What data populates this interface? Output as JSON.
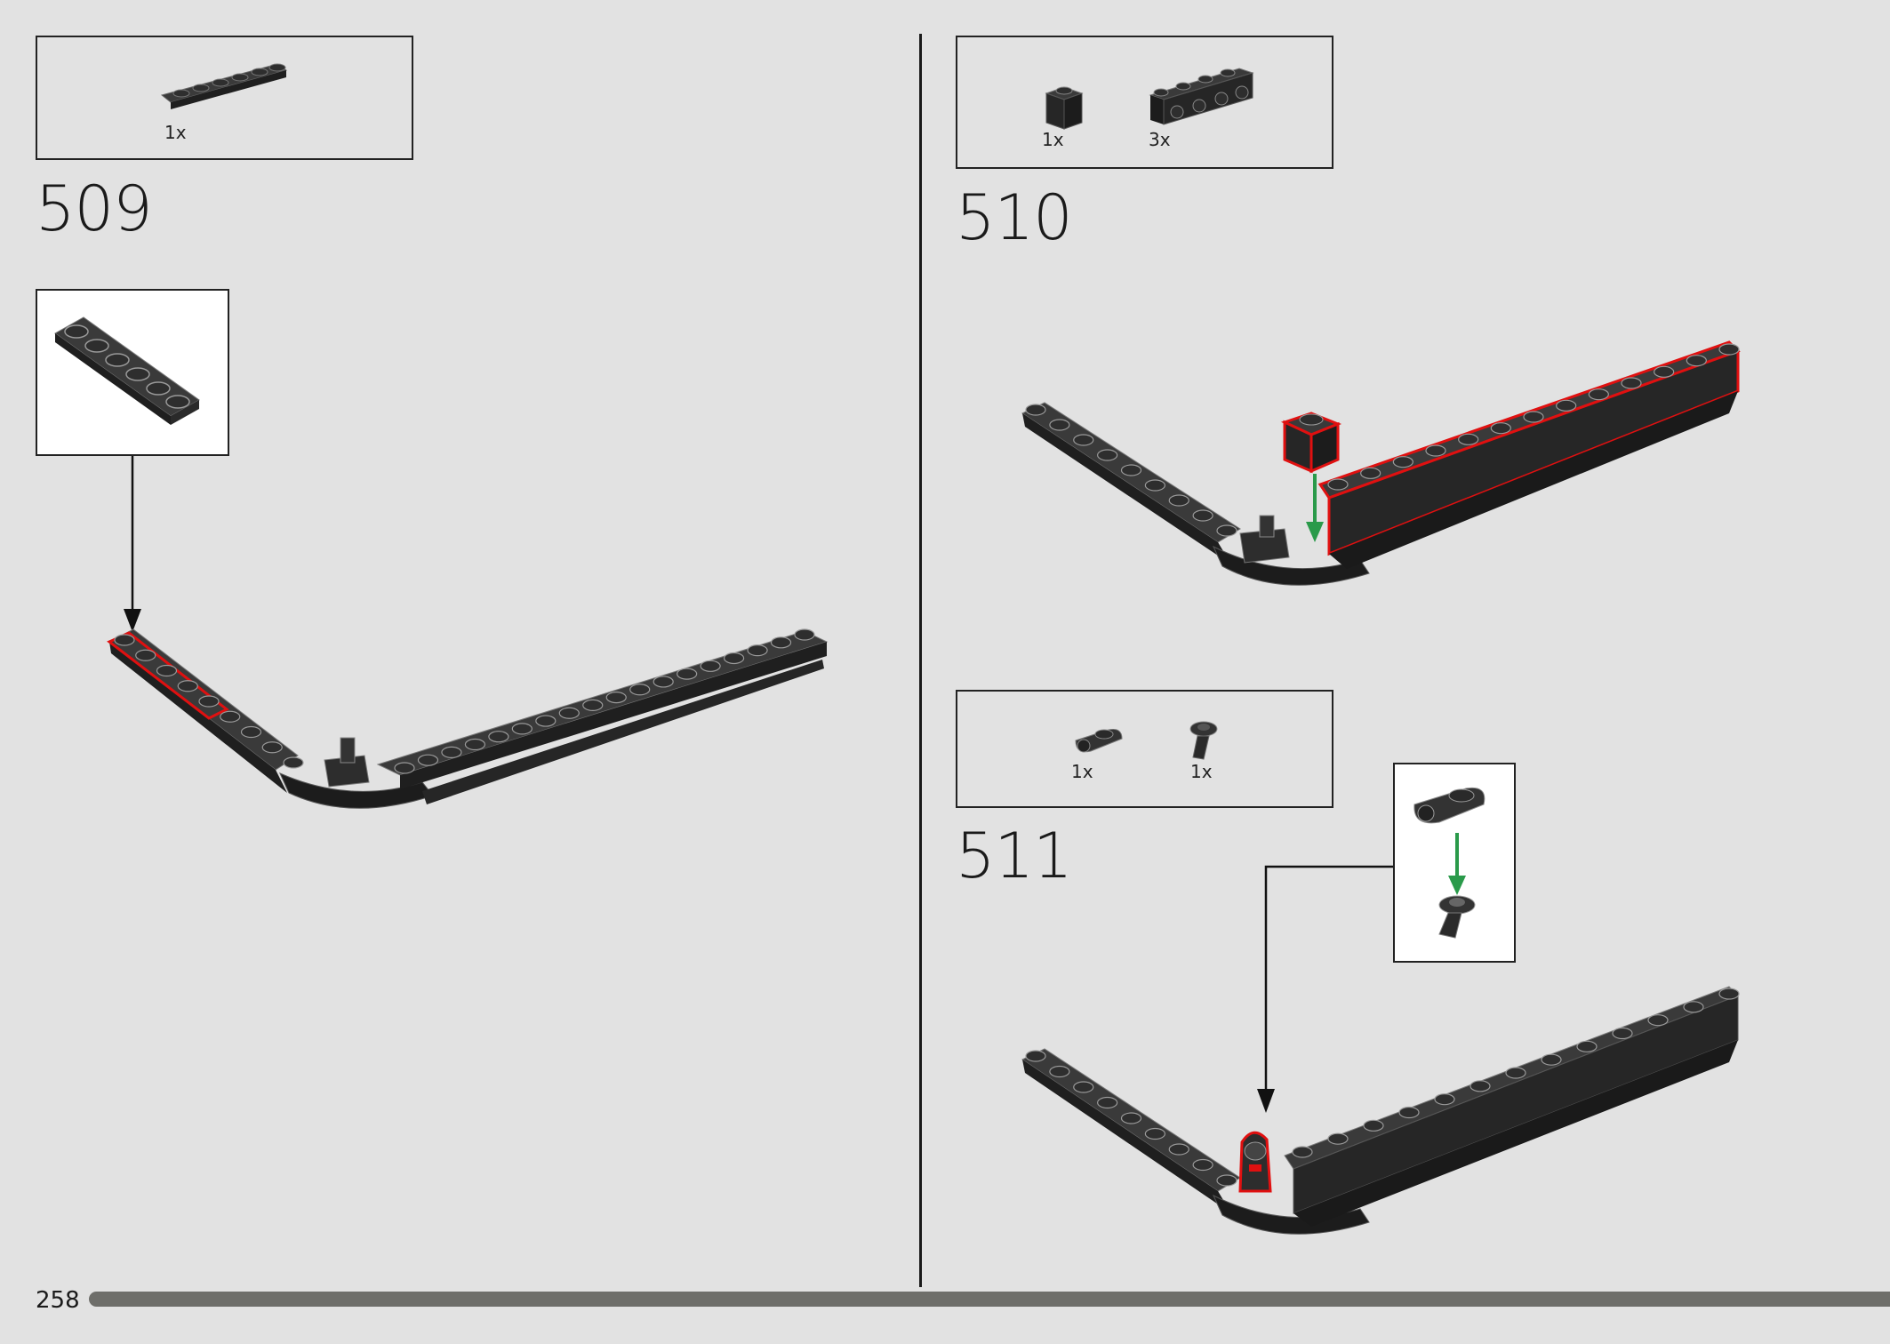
{
  "page": {
    "number": "258",
    "progress_fraction": 1.0
  },
  "steps": [
    {
      "number": "509",
      "parts": [
        {
          "qty": "1x",
          "part": "plate-1x6"
        }
      ]
    },
    {
      "number": "510",
      "parts": [
        {
          "qty": "1x",
          "part": "brick-1x1"
        },
        {
          "qty": "3x",
          "part": "brick-1x4-studs-on-side"
        }
      ]
    },
    {
      "number": "511",
      "parts": [
        {
          "qty": "1x",
          "part": "plate-with-clip"
        },
        {
          "qty": "1x",
          "part": "round-plate-with-bar"
        }
      ]
    }
  ],
  "colors": {
    "background": "#e2e2e2",
    "brick": "#2b2b2b",
    "highlight": "#e01010",
    "arrow_black": "#111111",
    "arrow_green": "#2a9a4a"
  }
}
